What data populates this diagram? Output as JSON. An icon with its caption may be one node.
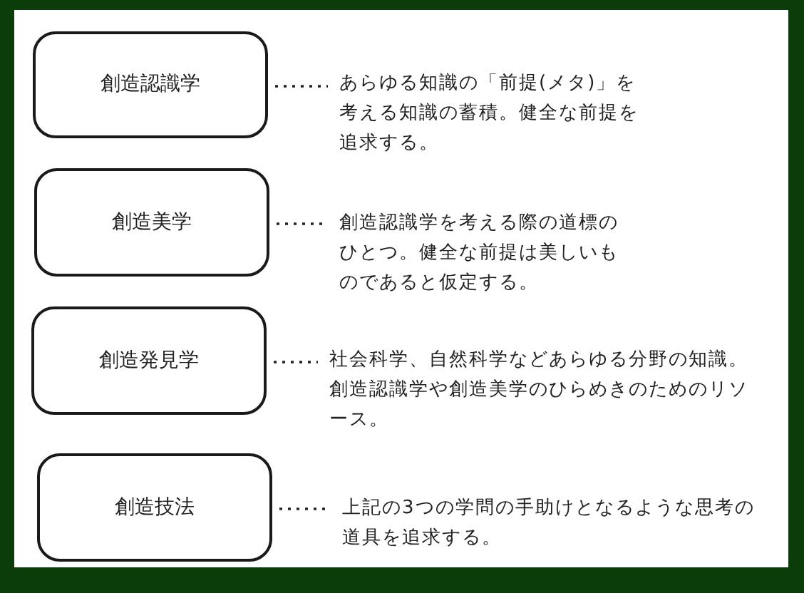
{
  "diagram": {
    "nodes": [
      {
        "text": [
          "創造認識学"
        ]
      },
      {
        "text": [
          "創造美学"
        ]
      },
      {
        "text": [
          "創造発見学"
        ]
      },
      {
        "text": [
          "創造技法"
        ]
      },
      {
        "text": [
          "あらゆる知識の「前提(メタ)」を考える知識の蓄積。健全な前提を追求する。"
        ]
      },
      {
        "text": [
          "創造認識学を考える際の道標のひとつ。健全な前提は美しいものであると仮定する。"
        ]
      },
      {
        "text": [
          "社会科学、自然科学などあらゆる分野の知識。創造認識学や創造美学のひらめきのためのリソース。"
        ]
      },
      {
        "text": [
          "上記の3つの学問の手助けとなるような思考の道具を追求する。"
        ]
      }
    ],
    "edges": [
      {
        "from": 0,
        "to": 4,
        "arrow": "none",
        "style": "dashed"
      },
      {
        "from": 1,
        "to": 5,
        "arrow": "none",
        "style": "dashed"
      },
      {
        "from": 2,
        "to": 6,
        "arrow": "none",
        "style": "dashed"
      },
      {
        "from": 3,
        "to": 7,
        "arrow": "none",
        "style": "dashed"
      }
    ]
  }
}
